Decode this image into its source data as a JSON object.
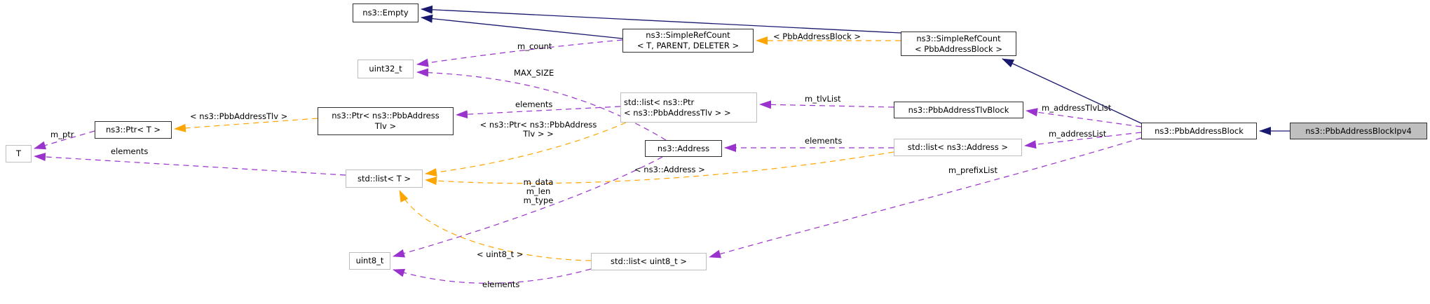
{
  "diagram": {
    "kind": "doxygen-collaboration-graph",
    "target_class": "ns3::PbbAddressBlockIpv4",
    "colors": {
      "inheritance_edge": "#191970",
      "usage_edge": "#9a32cd",
      "template_edge": "#ffa500",
      "target_node_fill": "#bfbfbf",
      "node_fill": "#ffffff",
      "node_border_dark": "#2f2f2f",
      "node_border_gray": "#bdbdbd"
    },
    "nodes": {
      "empty": "ns3::Empty",
      "simple_ref_count_generic": "ns3::SimpleRefCount\n< T, PARENT, DELETER >",
      "simple_ref_count_pbb": "ns3::SimpleRefCount\n< PbbAddressBlock >",
      "uint32": "uint32_t",
      "list_ptr_tlv": "std::list< ns3::Ptr\n< ns3::PbbAddressTlv > >",
      "tlv_block": "ns3::PbbAddressTlvBlock",
      "address_block": "ns3::PbbAddressBlock",
      "address_block_ipv4": "ns3::PbbAddressBlockIpv4",
      "ptr_t": "ns3::Ptr< T >",
      "ptr_tlv": "ns3::Ptr< ns3::PbbAddress\nTlv >",
      "t": "T",
      "list_t": "std::list< T >",
      "address": "ns3::Address",
      "list_address": "std::list< ns3::Address >",
      "uint8": "uint8_t",
      "list_uint8": "std::list< uint8_t >"
    },
    "edge_labels": {
      "m_count": "m_count",
      "max_size": "MAX_SIZE",
      "m_ptr": "m_ptr",
      "elements_t": "elements",
      "elements_ptr_tlv": "elements",
      "elements_address": "elements",
      "elements_uint8": "elements",
      "m_tlv_list": "m_tlvList",
      "m_address_tlv_list": "m_addressTlvList",
      "m_address_list": "m_addressList",
      "m_prefix_list": "m_prefixList",
      "m_data_len_type": "m_data\nm_len\nm_type",
      "tmpl_pbb_address_block": "< PbbAddressBlock >",
      "tmpl_pbb_address_tlv": "< ns3::PbbAddressTlv >",
      "tmpl_ptr_tlv": "< ns3::Ptr< ns3::PbbAddress\nTlv > >",
      "tmpl_address": "< ns3::Address >",
      "tmpl_uint8": "< uint8_t >"
    }
  }
}
